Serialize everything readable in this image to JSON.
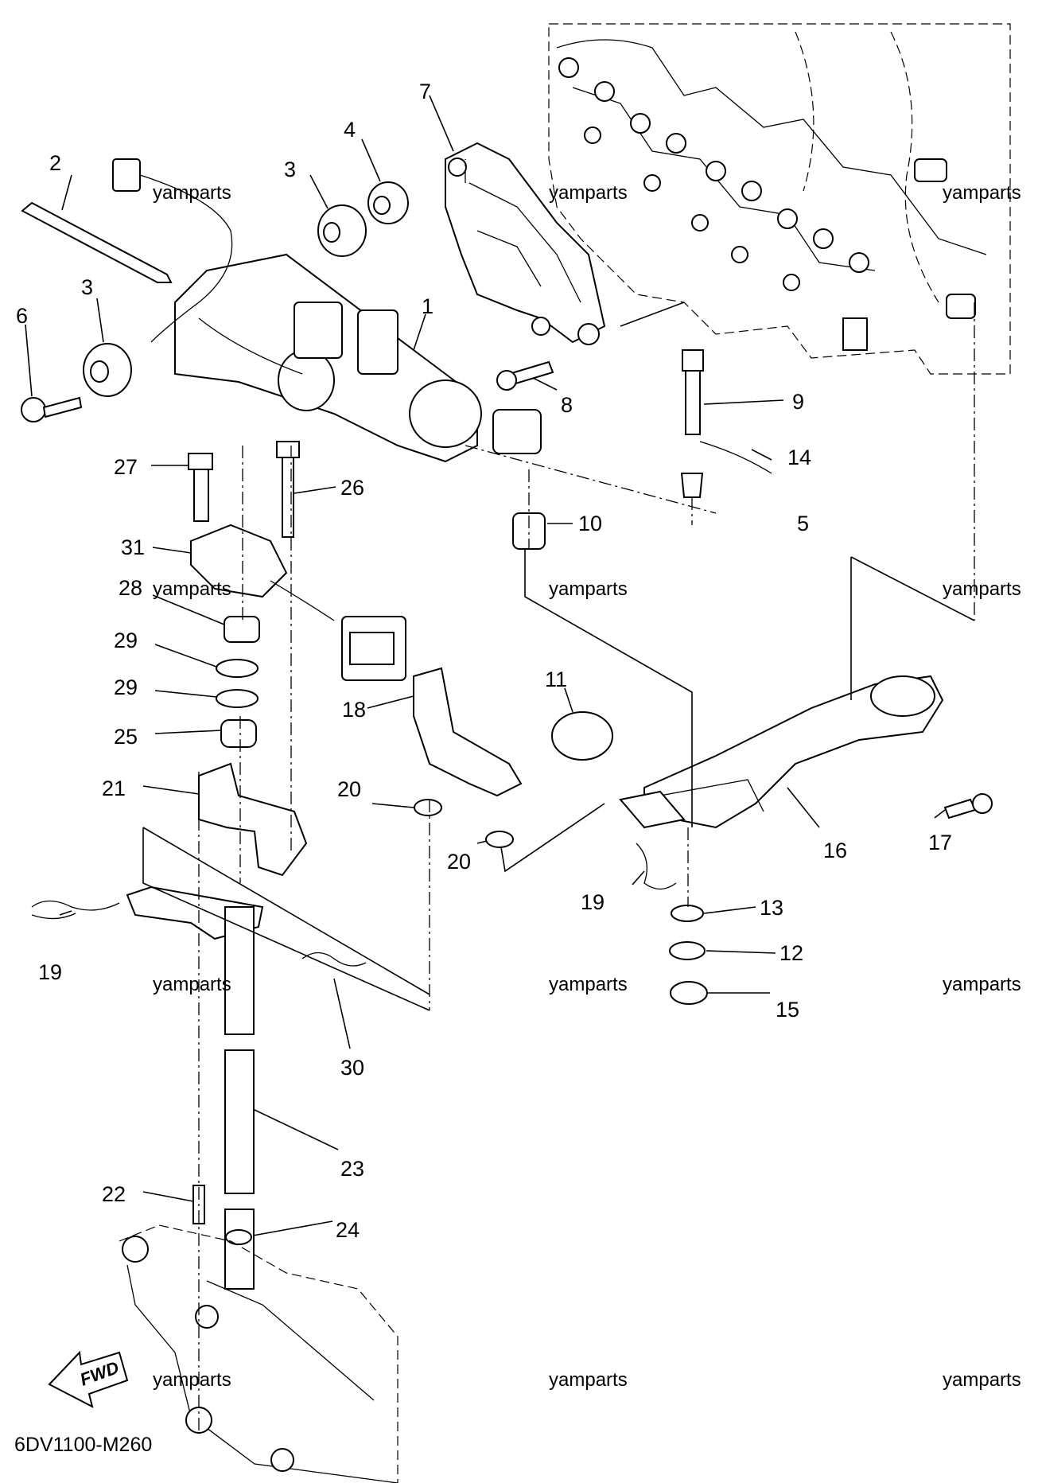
{
  "diagram_code": "6DV1100-M260",
  "watermark": "yamparts",
  "fwd_label": "FWD",
  "callouts": [
    "1",
    "2",
    "3",
    "3",
    "4",
    "5",
    "6",
    "7",
    "8",
    "9",
    "10",
    "11",
    "12",
    "13",
    "14",
    "15",
    "16",
    "17",
    "18",
    "19",
    "19",
    "20",
    "20",
    "21",
    "22",
    "23",
    "24",
    "25",
    "26",
    "27",
    "28",
    "29",
    "29",
    "30",
    "31"
  ]
}
